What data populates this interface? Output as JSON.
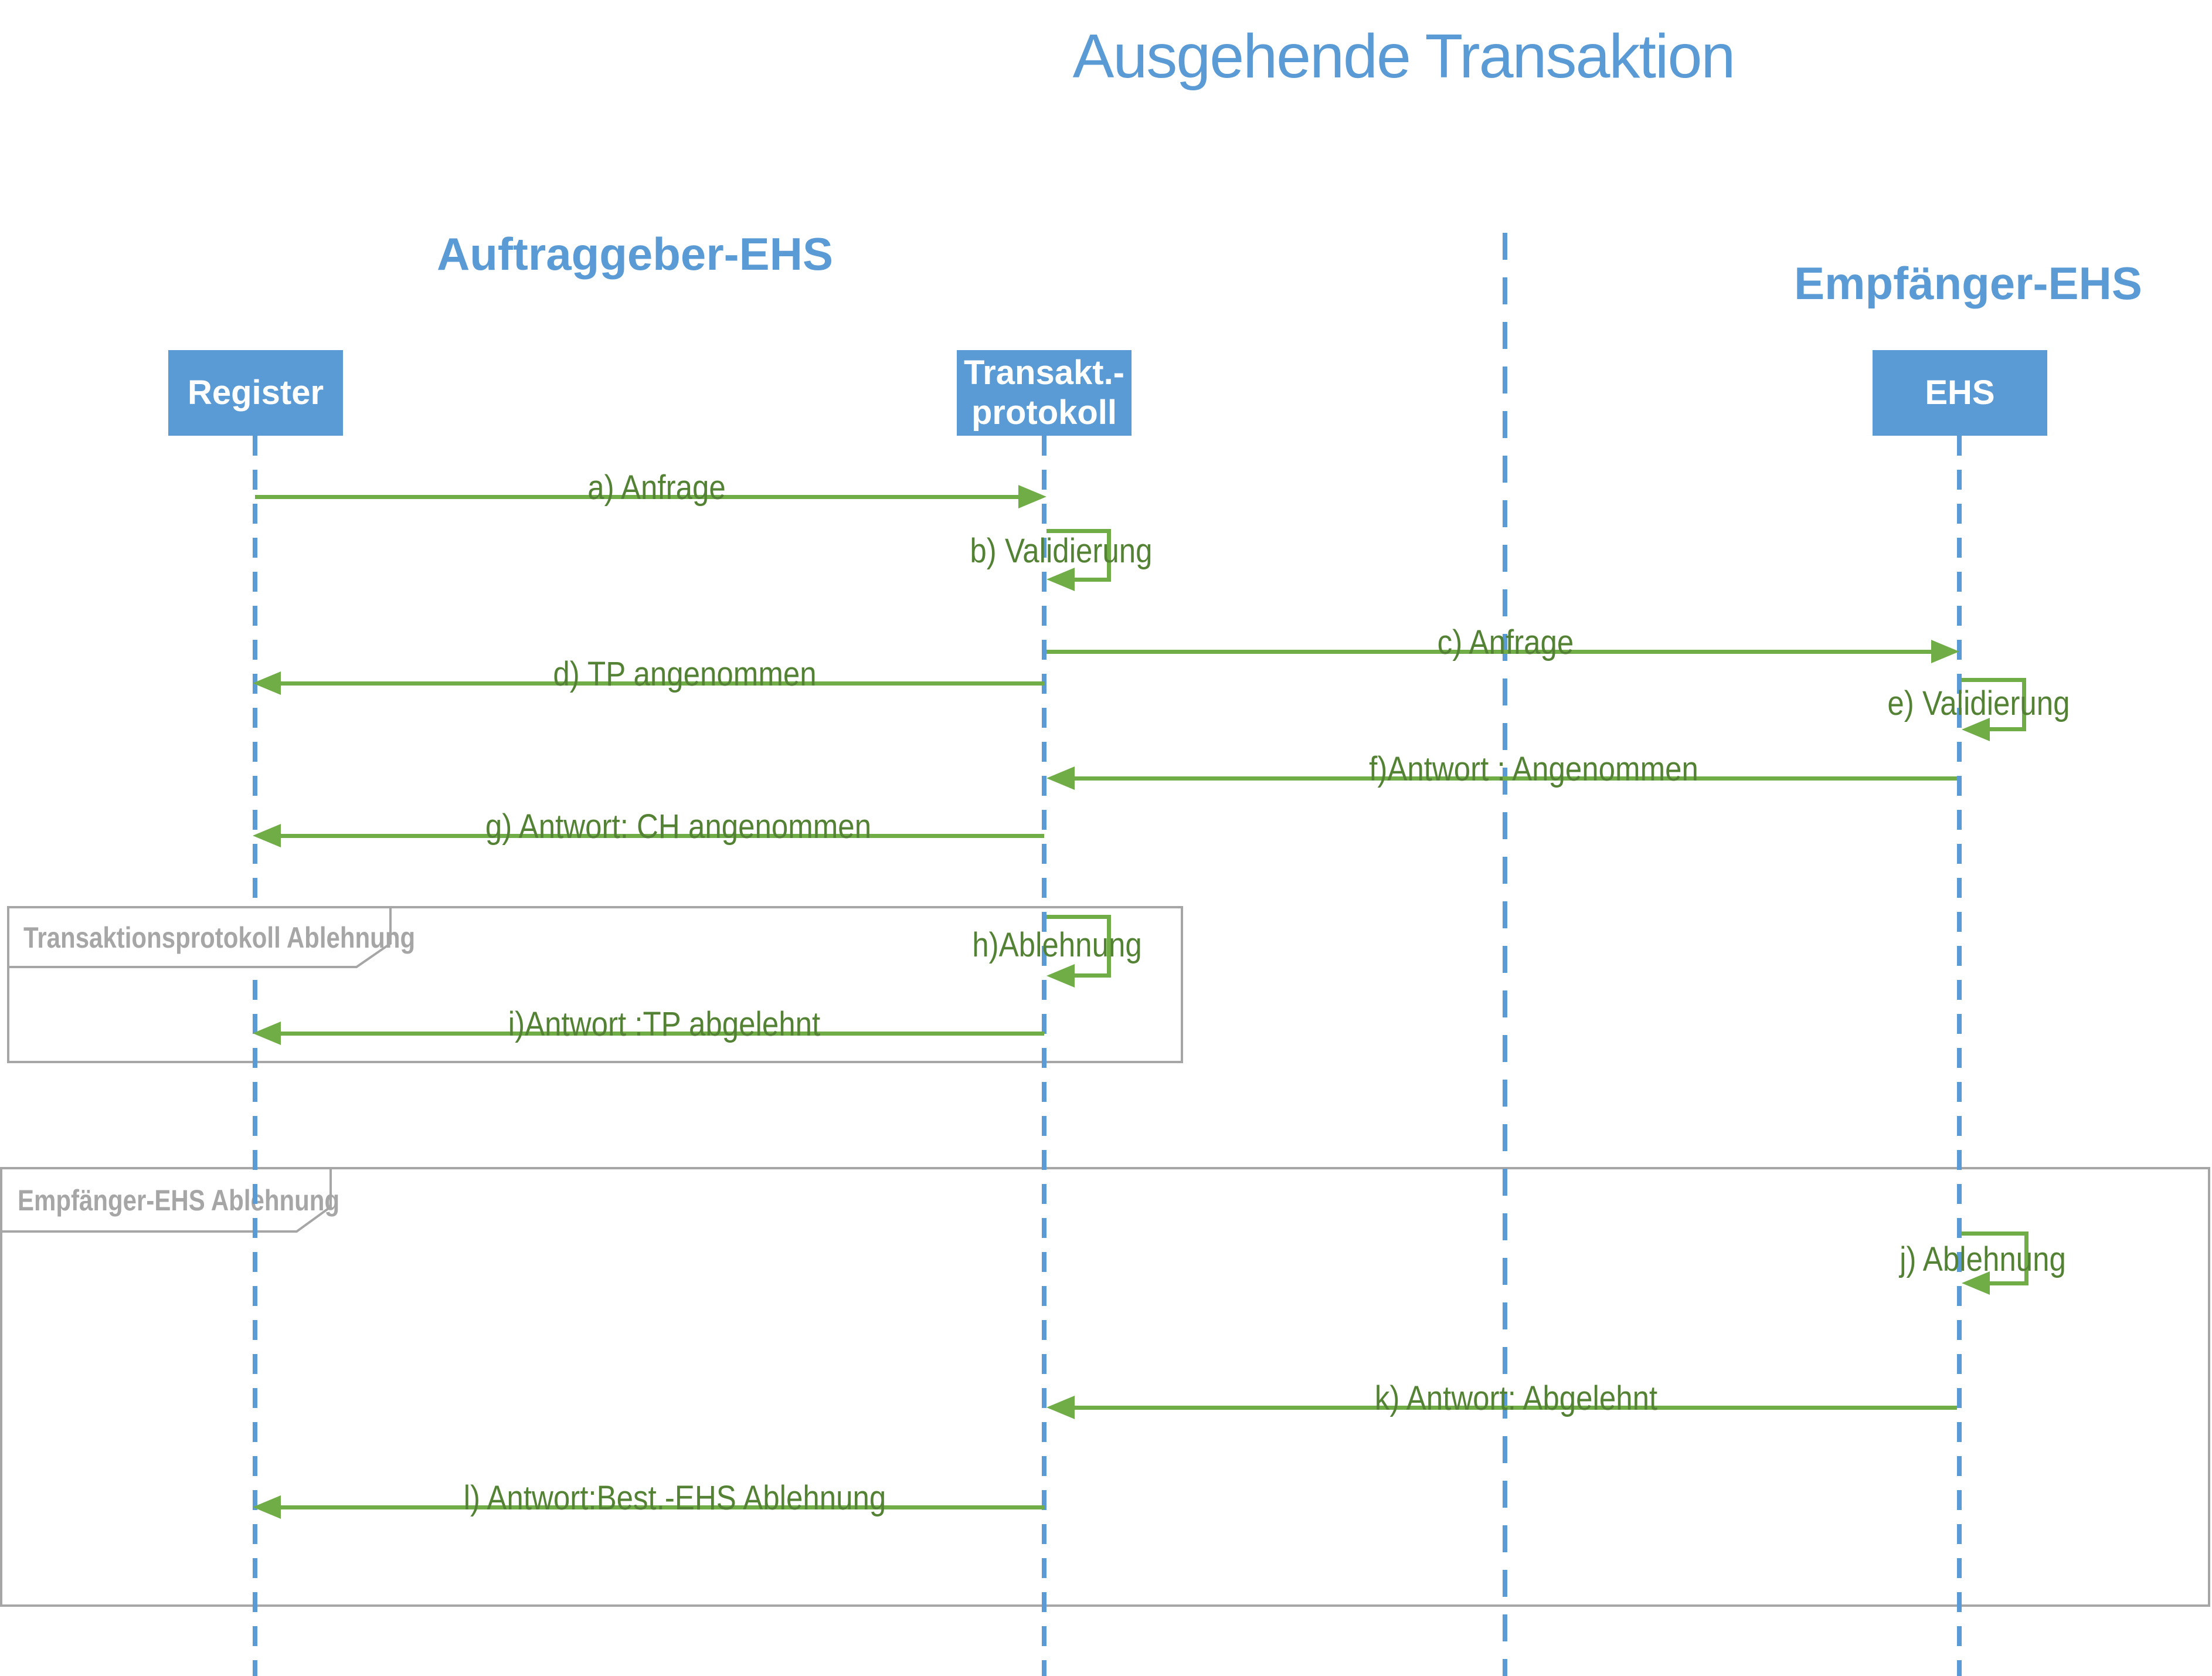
{
  "title": "Ausgehende Transaktion",
  "groups": {
    "left": "Auftraggeber-EHS",
    "right": "Empfänger-EHS"
  },
  "actors": {
    "register": "Register",
    "protocol_line1": "Transakt.-",
    "protocol_line2": "protokoll",
    "ehs": "EHS"
  },
  "messages": {
    "a": "a) Anfrage",
    "b": "b) Validierung",
    "c": "c) Anfrage",
    "d": "d) TP angenommen",
    "e": "e) Validierung",
    "f": "f)Antwort : Angenommen",
    "g": "g) Antwort: CH angenommen",
    "h": "h)Ablehnung",
    "i": "i)Antwort :TP abgelehnt",
    "j": "j) Ablehnung",
    "k": "k) Antwort: Abgelehnt",
    "l": "l) Antwort:Best.-EHS Ablehnung"
  },
  "frames": {
    "frame1": "Transaktionsprotokoll Ablehnung",
    "frame2": "Empfänger-EHS Ablehnung"
  },
  "colors": {
    "blue": "#5B9BD5",
    "green-line": "#70AD47",
    "green-text": "#548235",
    "gray": "#A6A6A6"
  }
}
